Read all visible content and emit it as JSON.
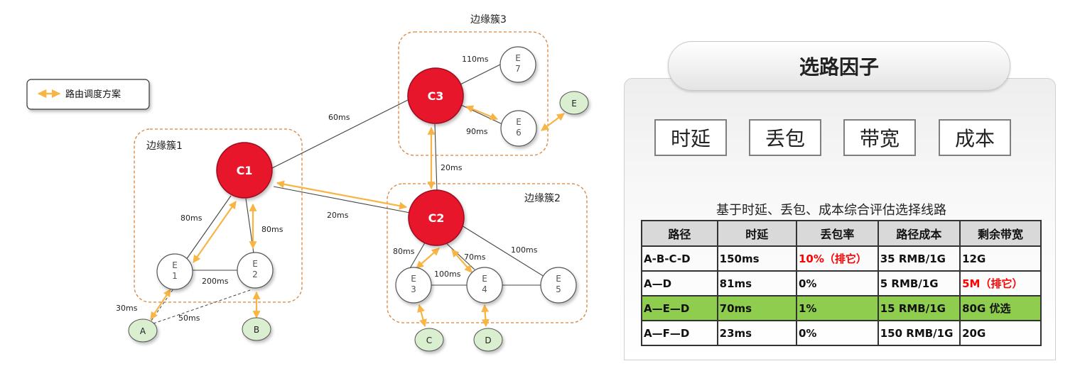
{
  "legend": {
    "label": "路由调度方案"
  },
  "clusters": [
    {
      "label": "边缘簇1"
    },
    {
      "label": "边缘簇2"
    },
    {
      "label": "边缘簇3"
    }
  ],
  "nodes": {
    "C1": "C1",
    "C2": "C2",
    "C3": "C3",
    "E1": {
      "top": "E",
      "bottom": "1"
    },
    "E2": {
      "top": "E",
      "bottom": "2"
    },
    "E3": {
      "top": "E",
      "bottom": "3"
    },
    "E4": {
      "top": "E",
      "bottom": "4"
    },
    "E5": {
      "top": "E",
      "bottom": "5"
    },
    "E6": {
      "top": "E",
      "bottom": "6"
    },
    "E7": {
      "top": "E",
      "bottom": "7"
    },
    "A": "A",
    "B": "B",
    "C": "C",
    "D": "D",
    "E": "E"
  },
  "edge_labels": {
    "c1_c3": "60ms",
    "c1_c2": "20ms",
    "c3_c2": "20ms",
    "c1_e1": "80ms",
    "c1_e2": "80ms",
    "e1_e2": "200ms",
    "a_e1": "30ms",
    "a_e2": "50ms",
    "c2_e3": "80ms",
    "c2_e4": "70ms",
    "c2_e5": "100ms",
    "e3_e4": "100ms",
    "c3_e7": "110ms",
    "c3_e6": "90ms"
  },
  "panel": {
    "title": "选路因子",
    "factors": [
      "时延",
      "丢包",
      "带宽",
      "成本"
    ],
    "subtitle": "基于时延、丢包、成本综合评估选择线路",
    "table": {
      "headers": [
        "路径",
        "时延",
        "丢包率",
        "路径成本",
        "剩余带宽"
      ],
      "rows": [
        [
          "A-B-C-D",
          "150ms",
          "10%（排它）",
          "35 RMB/1G",
          "12G"
        ],
        [
          "A—D",
          "81ms",
          "0%",
          "5 RMB/1G",
          "5M（排它）"
        ],
        [
          "A—E—D",
          "70ms",
          "1%",
          "15 RMB/1G",
          "80G 优选"
        ],
        [
          "A—F—D",
          "23ms",
          "0%",
          "150 RMB/1G",
          "20G"
        ]
      ]
    }
  },
  "colors": {
    "core": "#e8132b",
    "edge_fill": "#ffffff",
    "client_fill": "#d9efcf",
    "arrow": "#f8b445",
    "cluster_border": "#d9823b",
    "highlight_row": "#8fcd4f",
    "exclusive_text": "#ff0000"
  }
}
